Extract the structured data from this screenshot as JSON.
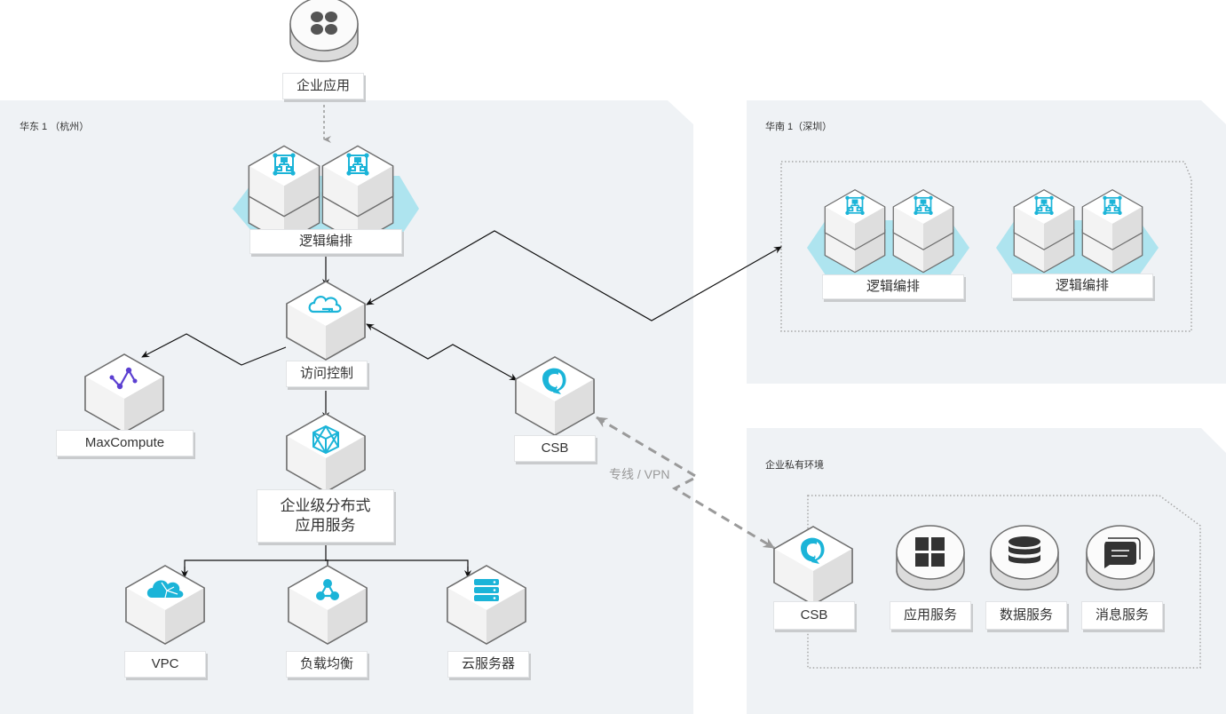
{
  "diagram": {
    "regions": [
      {
        "id": "hz",
        "title": "华东 1 （杭州）"
      },
      {
        "id": "sz",
        "title": "华南 1（深圳）"
      },
      {
        "id": "private",
        "title": "企业私有环境"
      }
    ],
    "nodes": {
      "enterprise_app": {
        "label": "企业应用",
        "icon": "four-petal-app-icon"
      },
      "orchestration_hz": {
        "label": "逻辑编排",
        "icon": "org-chart-icon"
      },
      "access_control": {
        "label": "访问控制",
        "icon": "cloud-key-icon"
      },
      "maxcompute": {
        "label": "MaxCompute",
        "icon": "line-graph-icon"
      },
      "edas": {
        "label": "企业级分布式\n应用服务",
        "label_line1": "企业级分布式",
        "label_line2": "应用服务",
        "icon": "wireframe-box-icon"
      },
      "csb_hz": {
        "label": "CSB",
        "icon": "csb-sync-icon"
      },
      "vpc": {
        "label": "VPC",
        "icon": "cloud-network-icon"
      },
      "slb": {
        "label": "负载均衡",
        "icon": "triangle-nodes-icon"
      },
      "ecs": {
        "label": "云服务器",
        "icon": "server-stack-icon"
      },
      "orchestration_sz_1": {
        "label": "逻辑编排",
        "icon": "org-chart-icon"
      },
      "orchestration_sz_2": {
        "label": "逻辑编排",
        "icon": "org-chart-icon"
      },
      "csb_private": {
        "label": "CSB",
        "icon": "csb-sync-icon"
      },
      "app_service": {
        "label": "应用服务",
        "icon": "grid-four-icon"
      },
      "data_service": {
        "label": "数据服务",
        "icon": "database-icon"
      },
      "message_service": {
        "label": "消息服务",
        "icon": "message-icon"
      }
    },
    "edges": [
      {
        "from": "enterprise_app",
        "to": "orchestration_hz",
        "style": "dotted"
      },
      {
        "from": "orchestration_hz",
        "to": "access_control",
        "style": "solid"
      },
      {
        "from": "access_control",
        "to": "maxcompute",
        "style": "solid"
      },
      {
        "from": "access_control",
        "to": "edas",
        "style": "solid"
      },
      {
        "from": "access_control",
        "to": "csb_hz",
        "style": "solid-bidirectional"
      },
      {
        "from": "access_control",
        "to": "orchestration_sz",
        "style": "solid-bidirectional"
      },
      {
        "from": "edas",
        "to": "vpc",
        "style": "solid"
      },
      {
        "from": "edas",
        "to": "slb",
        "style": "solid"
      },
      {
        "from": "edas",
        "to": "ecs",
        "style": "solid"
      },
      {
        "from": "csb_hz",
        "to": "csb_private",
        "style": "dashed-bidirectional",
        "label": "专线 / VPN"
      }
    ],
    "colors": {
      "region_bg": "#eff2f5",
      "accent_cyan": "#1bb4d8",
      "halo": "#aee4ef",
      "maxcompute_purple": "#5b3fd1",
      "icon_dark": "#3a3a3a",
      "line": "#111111",
      "dashed": "#9a9a9a"
    }
  }
}
